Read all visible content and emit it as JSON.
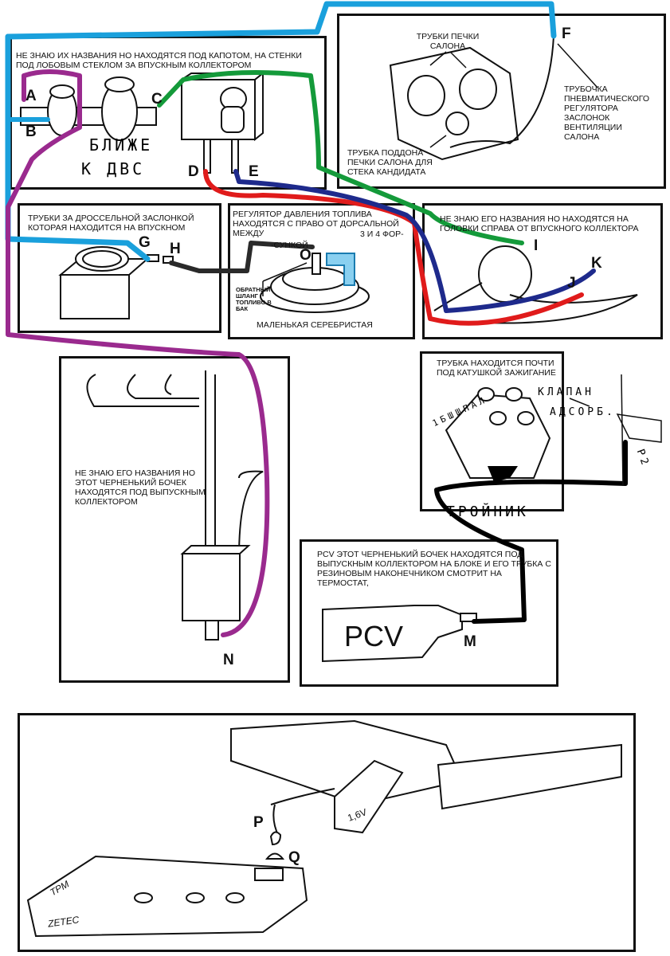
{
  "colors": {
    "blue": "#1aa0dc",
    "green": "#149a3a",
    "red": "#e01b1b",
    "navy": "#1e2a8c",
    "purple": "#9a2a8e",
    "black": "#000000"
  },
  "panel_a": {
    "caption": "НЕ ЗНАЮ ИХ НАЗВАНИЯ  НО НАХОДЯТСЯ ПОД КАПОТОМ, НА СТЕНКИ ПОД ЛОБОВЫМ СТЕКЛОМ ЗА ВПУСКНЫМ КОЛЛЕКТОРОМ",
    "handwriting_1": "БЛИЖЕ",
    "handwriting_2": "К ДВС"
  },
  "panel_f": {
    "heater_tubes_label": "ТРУБКИ ПЕЧКИ САЛОНА",
    "tray_tube_label": "ТРУБКА ПОДДОНА ПЕЧКИ САЛОНА ДЛЯ СТЕКА КАНДИДАТА",
    "regulator_tube_label": "ТРУБОЧКА ПНЕВМАТИЧЕСКОГО РЕГУЛЯТОРА ЗАСЛОНОК ВЕНТИЛЯЦИИ САЛОНА"
  },
  "panel_g": {
    "caption": "ТРУБКИ ЗА ДРОССЕЛЬНОЙ ЗАСЛОНКОЙ КОТОРАЯ НАХОДИТСЯ НА ВПУСКНОМ"
  },
  "panel_o": {
    "caption": "РЕГУЛЯТОР ДАВЛЕНИЯ ТОПЛИВА НАХОДЯТСЯ С ПРАВО ОТ ДОРСАЛЬНОЙ МЕЖДУ",
    "cylinders": "3 и 4 ФОР-",
    "sunka": "-СУНКОЙ",
    "return_hose": "ОБРАТНЫЙ ШЛАНГ ТОПЛИВО В БАК",
    "bottom_label": "МАЛЕНЬКАЯ СЕРЕБРИСТАЯ"
  },
  "panel_ik": {
    "caption": "НЕ ЗНАЮ ЕГО НАЗВАНИЯ  НО НАХОДЯТСЯ НА ГОЛОВКИ СПРАВА ОТ ВПУСКНОГО КОЛЛЕКТОРА"
  },
  "panel_coil": {
    "caption": "ТРУБКА НАХОДИТСЯ ПОЧТИ ПОД КАТУШКОЙ ЗАЖИГАНИЕ",
    "hand_1": "КЛАПАН",
    "hand_2": "АДСОРБ.",
    "hand_3": "ТРОЙНИК",
    "hand_4": "1БШШПАЛ",
    "hand_5": "Р2"
  },
  "panel_n": {
    "caption": "НЕ ЗНАЮ ЕГО НАЗВАНИЯ  НО ЭТОТ ЧЕРНЕНЬКИЙ БОЧЕК НАХОДЯТСЯ ПОД ВЫПУСКНЫМ КОЛЛЕКТОРОМ"
  },
  "panel_m": {
    "caption": "PCV    ЭТОТ ЧЕРНЕНЬКИЙ БОЧЕК НАХОДЯТСЯ ПОД ВЫПУСКНЫМ КОЛЛЕКТОРОМ НА БЛОКЕ И ЕГО ТРУБКА С РЕЗИНОВЫМ НАКОНЕЧНИКОМ СМОТРИТ НА ТЕРМОСТАТ,",
    "pcv_label": "PCV"
  },
  "panel_pq": {
    "volume": "1,6V",
    "brand_1": "TPM",
    "brand_2": "ZETEC"
  },
  "letters": {
    "A": "A",
    "B": "B",
    "C": "C",
    "D": "D",
    "E": "E",
    "F": "F",
    "G": "G",
    "H": "H",
    "I": "I",
    "J": "J",
    "K": "K",
    "M": "M",
    "N": "N",
    "O": "O",
    "P": "P",
    "Q": "Q"
  }
}
